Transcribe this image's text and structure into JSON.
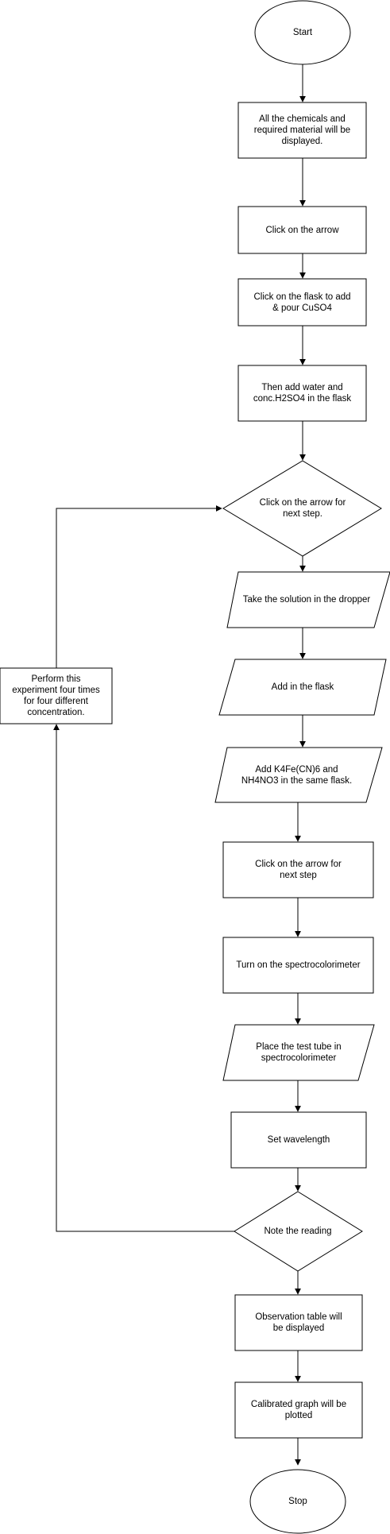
{
  "nodes": {
    "start": "Start",
    "step1": "All the chemicals and\nrequired material will be\ndisplayed.",
    "step2": "Click on the arrow",
    "step3": "Click on the flask to add\n& pour CuSO4",
    "step4": "Then add water and\nconc.H2SO4 in the flask",
    "decision1": "Click on the arrow for\nnext step.",
    "step5": "Take the solution in the dropper",
    "step6": "Add in the flask",
    "step7": "Add K4Fe(CN)6 and\nNH4NO3 in the same flask.",
    "step8": "Click on the arrow for\nnext step",
    "step9": "Turn on the spectrocolorimeter",
    "step10": "Place the test tube in\nspectrocolorimeter",
    "step11": "Set wavelength",
    "decision2": "Note the reading",
    "step12": "Observation table will\nbe displayed",
    "step13": "Calibrated graph will be\nplotted",
    "stop": "Stop",
    "loop": "Perform this\nexperiment four times\nfor four different\nconcentration."
  }
}
